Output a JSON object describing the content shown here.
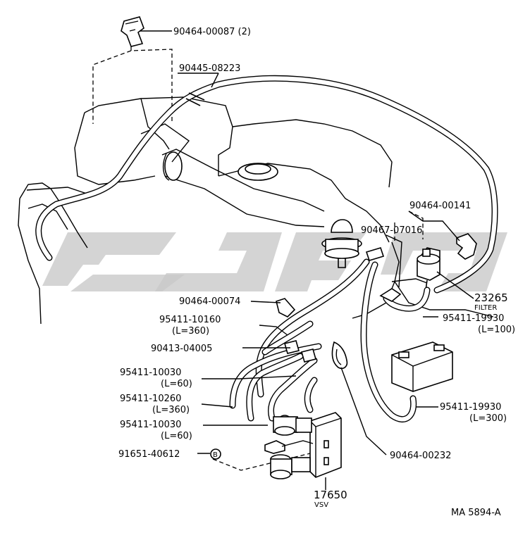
{
  "diagram": {
    "callouts": [
      {
        "id": "c1",
        "text": "90464-00087 (2)"
      },
      {
        "id": "c2",
        "text": "90445-08223"
      },
      {
        "id": "c3",
        "text": "90464-00141"
      },
      {
        "id": "c4",
        "text": "90467-07016"
      },
      {
        "id": "c5",
        "text": "23265",
        "sub": "FILTER"
      },
      {
        "id": "c6",
        "text": "90464-00074"
      },
      {
        "id": "c7",
        "text": "95411-10160",
        "sub": "(L=360)"
      },
      {
        "id": "c8",
        "text": "95411-19930",
        "sub": "(L=100)"
      },
      {
        "id": "c9",
        "text": "90413-04005"
      },
      {
        "id": "c10",
        "text": "95411-10030",
        "sub": "(L=60)"
      },
      {
        "id": "c11",
        "text": "95411-10260",
        "sub": "(L=360)"
      },
      {
        "id": "c12",
        "text": "95411-19930",
        "sub": "(L=300)"
      },
      {
        "id": "c13",
        "text": "95411-10030",
        "sub": "(L=60)"
      },
      {
        "id": "c14",
        "text": "91651-40612",
        "marker": "B"
      },
      {
        "id": "c15",
        "text": "90464-00232"
      },
      {
        "id": "c16",
        "text": "17650",
        "sub": "VSV"
      }
    ],
    "reference": "MA 5894-A",
    "colors": {
      "line": "#000000",
      "watermark": "#c8c8c8",
      "background": "#ffffff"
    }
  }
}
